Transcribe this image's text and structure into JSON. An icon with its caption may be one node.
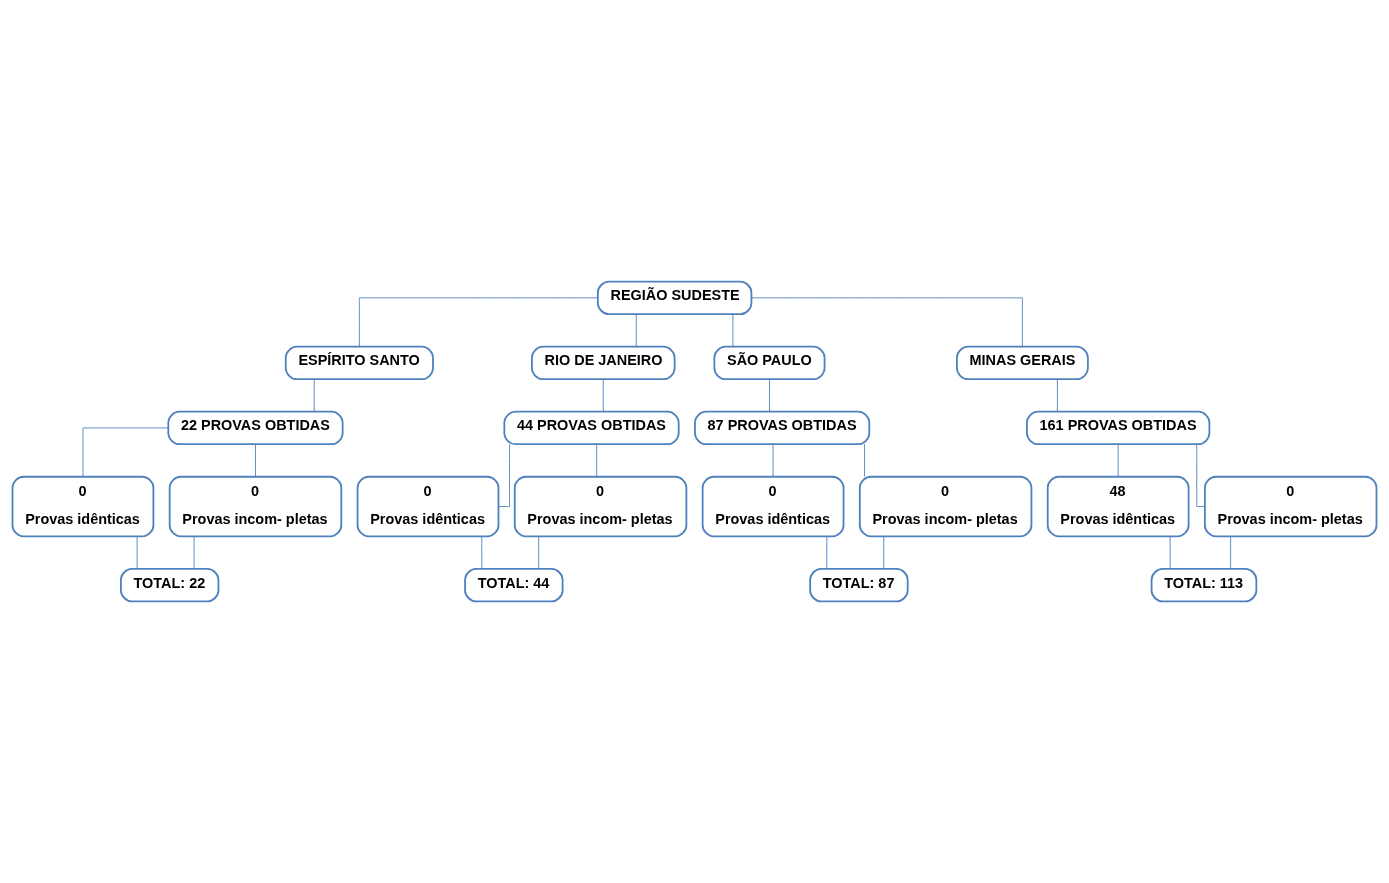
{
  "diagram": {
    "nodes": [
      {
        "text": [
          "REGIÃO SUDESTE"
        ]
      },
      {
        "text": [
          "ESPÍRITO SANTO"
        ]
      },
      {
        "text": [
          "RIO DE JANEIRO"
        ]
      },
      {
        "text": [
          "SÃO PAULO"
        ]
      },
      {
        "text": [
          "MINAS GERAIS"
        ]
      },
      {
        "text": [
          "22 PROVAS OBTIDAS"
        ]
      },
      {
        "text": [
          "44 PROVAS OBTIDAS"
        ]
      },
      {
        "text": [
          "87 PROVAS OBTIDAS"
        ]
      },
      {
        "text": [
          "161 PROVAS OBTIDAS"
        ]
      },
      {
        "text": [
          "0",
          "Provas idênticas"
        ]
      },
      {
        "text": [
          "0",
          "Provas incom- pletas"
        ]
      },
      {
        "text": [
          "0",
          "Provas idênticas"
        ]
      },
      {
        "text": [
          "0",
          "Provas incom- pletas"
        ]
      },
      {
        "text": [
          "0",
          "Provas idênticas"
        ]
      },
      {
        "text": [
          "0",
          "Provas incom- pletas"
        ]
      },
      {
        "text": [
          "48",
          "Provas idênticas"
        ]
      },
      {
        "text": [
          "0",
          "Provas incom- pletas"
        ]
      },
      {
        "text": [
          "TOTAL: 22"
        ]
      },
      {
        "text": [
          "TOTAL: 44"
        ]
      },
      {
        "text": [
          "TOTAL: 87"
        ]
      },
      {
        "text": [
          "TOTAL: 113"
        ]
      }
    ],
    "edges": [
      {
        "from": 0,
        "to": 1,
        "arrow": "none"
      },
      {
        "from": 0,
        "to": 2,
        "arrow": "none"
      },
      {
        "from": 0,
        "to": 3,
        "arrow": "none"
      },
      {
        "from": 0,
        "to": 4,
        "arrow": "none"
      },
      {
        "from": 1,
        "to": 5,
        "arrow": "none"
      },
      {
        "from": 2,
        "to": 6,
        "arrow": "none"
      },
      {
        "from": 3,
        "to": 7,
        "arrow": "none"
      },
      {
        "from": 4,
        "to": 8,
        "arrow": "none"
      },
      {
        "from": 5,
        "to": 9,
        "arrow": "none"
      },
      {
        "from": 5,
        "to": 10,
        "arrow": "none"
      },
      {
        "from": 6,
        "to": 11,
        "arrow": "none"
      },
      {
        "from": 6,
        "to": 12,
        "arrow": "none"
      },
      {
        "from": 7,
        "to": 13,
        "arrow": "none"
      },
      {
        "from": 7,
        "to": 14,
        "arrow": "none"
      },
      {
        "from": 8,
        "to": 15,
        "arrow": "none"
      },
      {
        "from": 8,
        "to": 16,
        "arrow": "none"
      },
      {
        "from": 9,
        "to": 17,
        "arrow": "none"
      },
      {
        "from": 10,
        "to": 17,
        "arrow": "none"
      },
      {
        "from": 11,
        "to": 18,
        "arrow": "none"
      },
      {
        "from": 12,
        "to": 18,
        "arrow": "none"
      },
      {
        "from": 13,
        "to": 19,
        "arrow": "none"
      },
      {
        "from": 14,
        "to": 19,
        "arrow": "none"
      },
      {
        "from": 15,
        "to": 20,
        "arrow": "none"
      },
      {
        "from": 16,
        "to": 20,
        "arrow": "none"
      }
    ]
  }
}
